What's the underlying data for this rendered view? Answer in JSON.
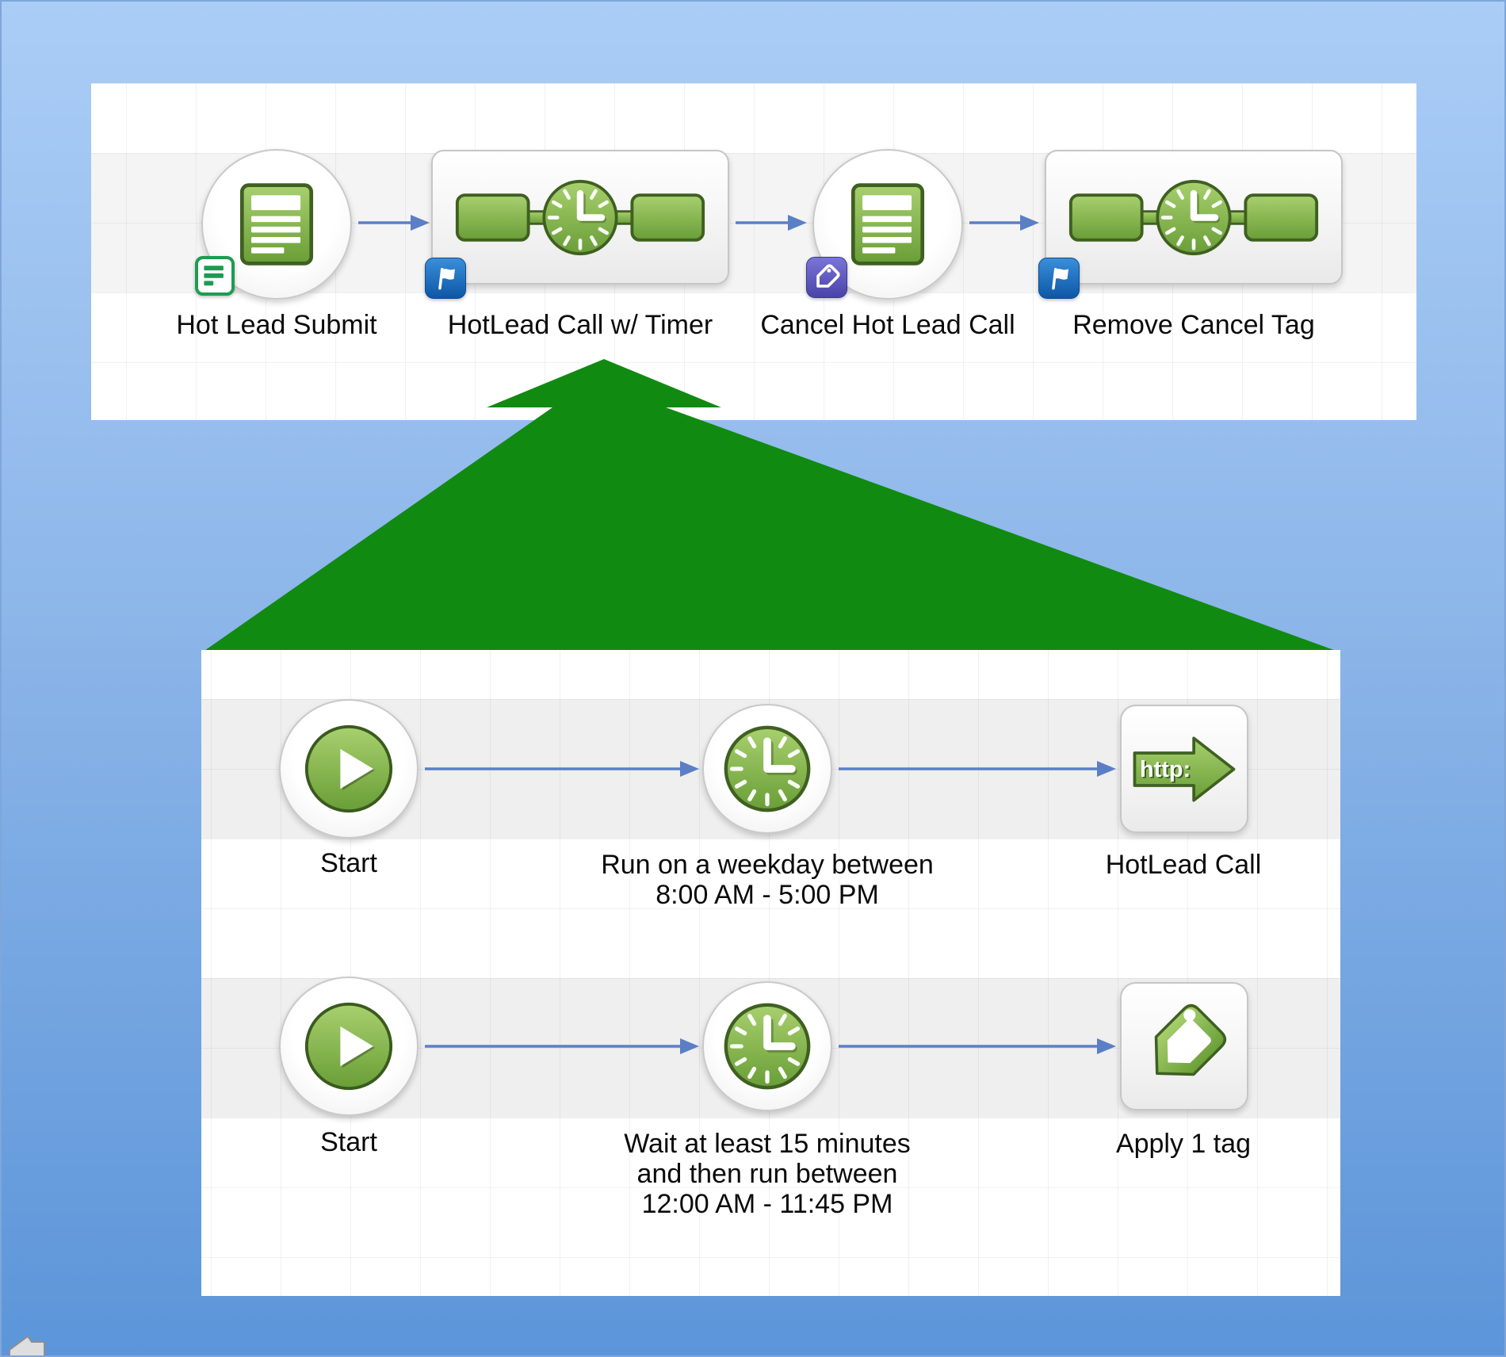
{
  "colors": {
    "background_top": "#aacdf6",
    "background_bottom": "#5c95d9",
    "panel_white": "#ffffff",
    "grid_line": "#ececec",
    "node_green_light": "#a8d06e",
    "node_green_dark": "#699e37",
    "node_green_outline": "#3f6021",
    "zoom_arrow_green": "#118a11",
    "connector_blue": "#5b7fc5",
    "flag_badge_blue": "#0d57a6",
    "tag_badge_purple": "#5a53b8",
    "form_badge_green": "#1d9b52"
  },
  "top_panel": {
    "nodes": [
      {
        "label": "Hot Lead Submit",
        "shape": "circle",
        "icon": "form-icon",
        "badge": "form-badge"
      },
      {
        "label": "HotLead Call w/ Timer",
        "shape": "rounded-rect",
        "icon": "sequence-timer-icon",
        "badge": "flag-badge"
      },
      {
        "label": "Cancel Hot Lead Call",
        "shape": "circle",
        "icon": "form-icon",
        "badge": "tag-badge"
      },
      {
        "label": "Remove Cancel Tag",
        "shape": "rounded-rect",
        "icon": "sequence-timer-icon",
        "badge": "flag-badge"
      }
    ]
  },
  "zoom_arrow": {
    "icon": "zoom-callout-arrow",
    "color": "#118a11"
  },
  "bottom_panel": {
    "rows": [
      {
        "start_label": "Start",
        "timer_lines": {
          "0": "Run on a weekday between",
          "1": "8:00 AM - 5:00 PM"
        },
        "end_label": "HotLead Call",
        "end_icon": "http-icon",
        "http_text": "http:"
      },
      {
        "start_label": "Start",
        "timer_lines": {
          "0": "Wait at least 15 minutes",
          "1": "and then run between",
          "2": "12:00 AM - 11:45 PM"
        },
        "end_label": "Apply 1 tag",
        "end_icon": "tag-icon"
      }
    ]
  }
}
